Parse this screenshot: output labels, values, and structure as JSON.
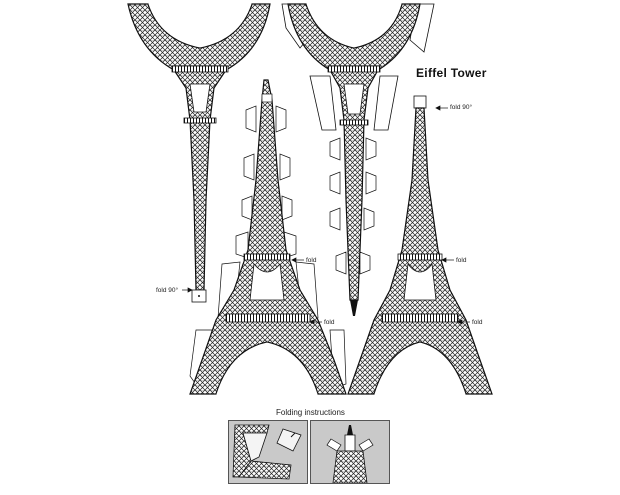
{
  "title": "Eiffel Tower",
  "labels": {
    "fold_90_top": "fold 90°",
    "fold_90_left": "fold 90°",
    "fold_mid_a": "fold",
    "fold_low_a": "fold",
    "fold_mid_b": "fold",
    "fold_low_b": "fold"
  },
  "instructions_title": "Folding instructions",
  "colors": {
    "ink": "#111111",
    "panel": "#c9c9c9",
    "paper": "#ffffff"
  }
}
